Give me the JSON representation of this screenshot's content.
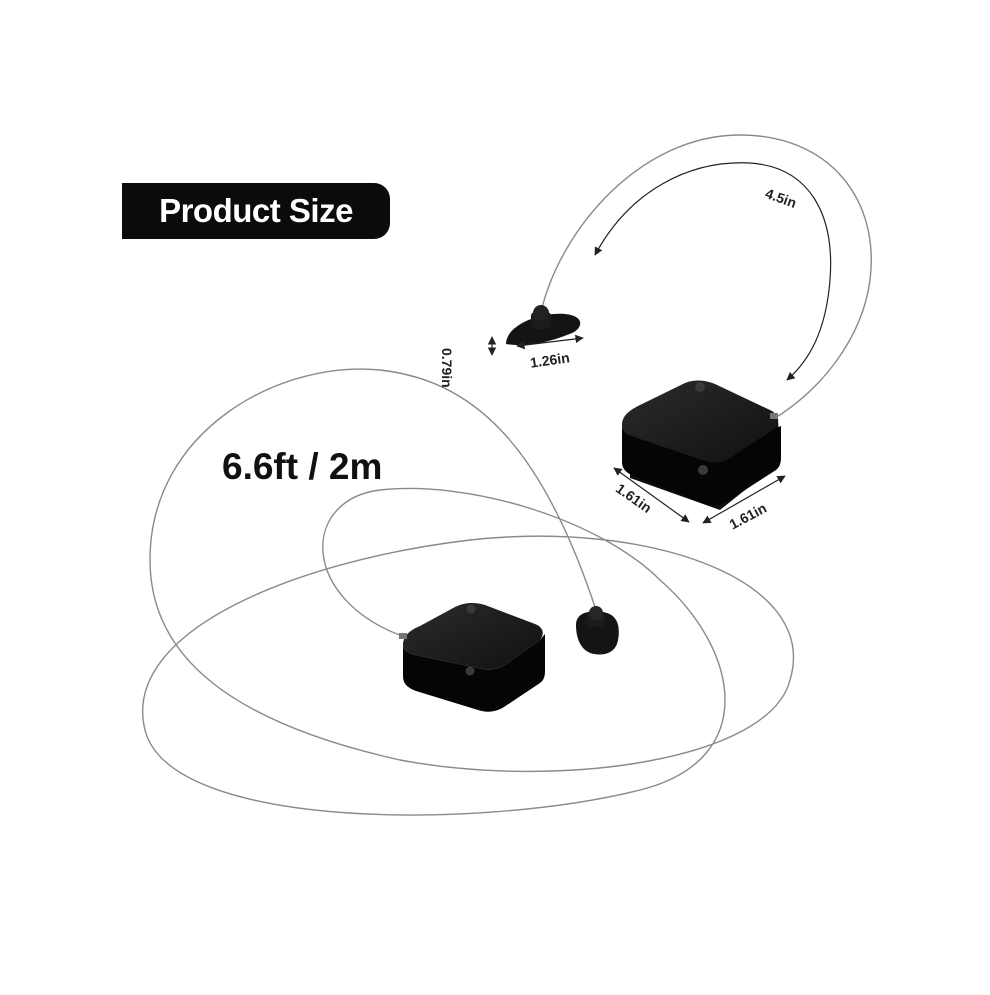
{
  "banner": {
    "title": "Product Size"
  },
  "cable_length_label": "6.6ft / 2m",
  "dimensions": {
    "cable_reach": "4.5in",
    "pad_height": "0.79in",
    "pad_width": "1.26in",
    "box_depth": "1.61in",
    "box_width": "1.61in"
  },
  "colors": {
    "device": "#141414",
    "wire": "#8a8a8a",
    "text": "#111111",
    "banner_bg": "#0b0b0b",
    "banner_text": "#ffffff"
  }
}
